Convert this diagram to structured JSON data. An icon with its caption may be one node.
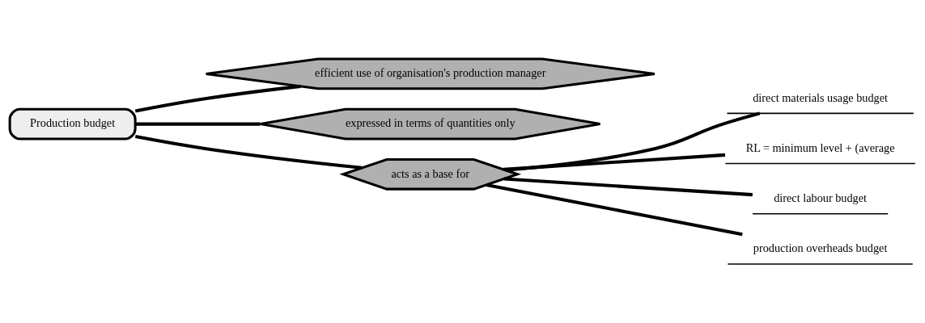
{
  "diagram": {
    "nodes": [
      {
        "text": [
          "Production budget"
        ]
      },
      {
        "text": [
          "efficient use of organisation's production manager"
        ]
      },
      {
        "text": [
          "expressed in terms of quantities only"
        ]
      },
      {
        "text": [
          "acts as a base for"
        ]
      },
      {
        "text": [
          "direct materials usage budget"
        ]
      },
      {
        "text": [
          "RL = minimum level + (average"
        ]
      },
      {
        "text": [
          "direct labour budget"
        ]
      },
      {
        "text": [
          "production overheads budget"
        ]
      }
    ],
    "edges": [
      {
        "from": 0,
        "to": 1,
        "arrow": "none"
      },
      {
        "from": 0,
        "to": 2,
        "arrow": "none"
      },
      {
        "from": 0,
        "to": 3,
        "arrow": "none"
      },
      {
        "from": 3,
        "to": 4,
        "arrow": "none"
      },
      {
        "from": 3,
        "to": 5,
        "arrow": "none"
      },
      {
        "from": 3,
        "to": 6,
        "arrow": "none"
      },
      {
        "from": 3,
        "to": 7,
        "arrow": "none"
      }
    ]
  }
}
